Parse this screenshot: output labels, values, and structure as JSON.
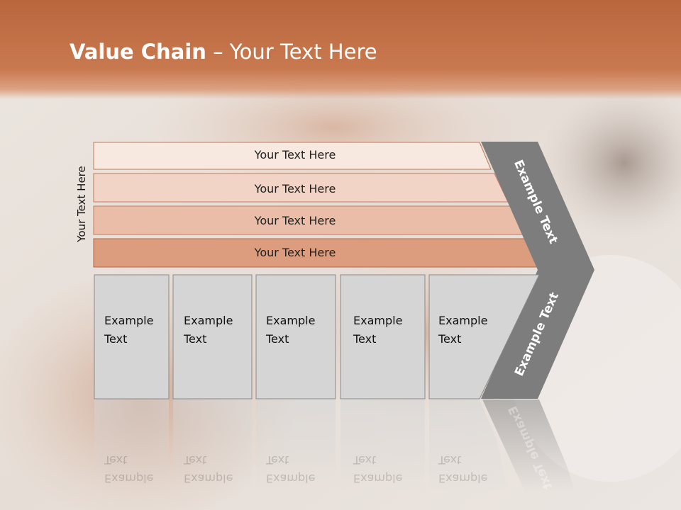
{
  "slide": {
    "title_bold": "Value Chain",
    "title_rest": " – Your Text Here",
    "side_label": "Your Text Here",
    "bars": [
      "Your Text Here",
      "Your Text Here",
      "Your Text Here",
      "Your Text Here"
    ],
    "boxes": [
      {
        "line1": "Example",
        "line2": "Text"
      },
      {
        "line1": "Example",
        "line2": "Text"
      },
      {
        "line1": "Example",
        "line2": "Text"
      },
      {
        "line1": "Example",
        "line2": "Text"
      },
      {
        "line1": "Example",
        "line2": "Text"
      }
    ],
    "arrow_top": "Example Text",
    "arrow_bottom": "Example Text"
  },
  "colors": {
    "header": "#c27048",
    "bar1": "#f7e8e0",
    "bar2": "#f1d4c6",
    "bar3": "#e9bda7",
    "bar4": "#dc9c7e",
    "box": "#d5d5d5",
    "arrow": "#7d7d7d"
  }
}
